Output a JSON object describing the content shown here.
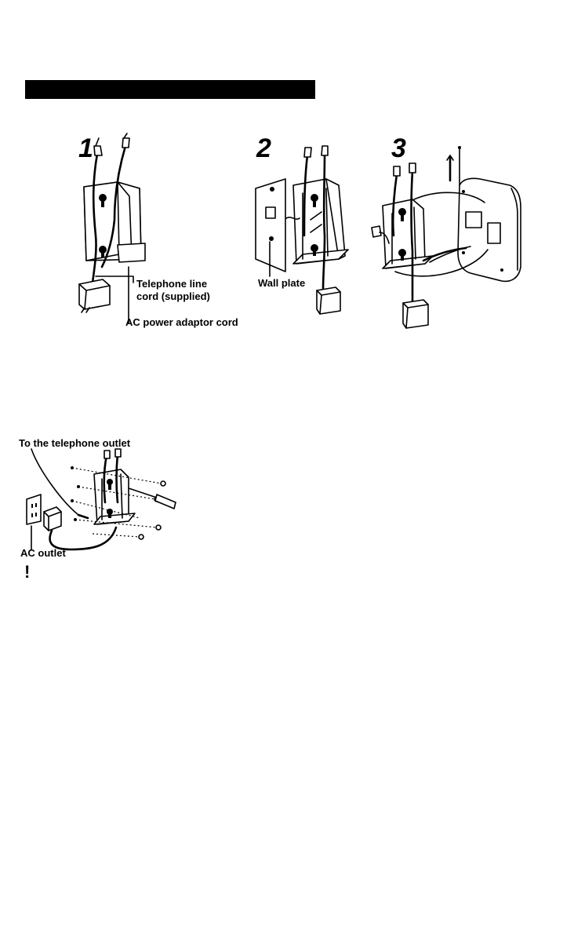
{
  "section_header": "",
  "figure1": {
    "step": "1",
    "label_line_cord_1": "Telephone line",
    "label_line_cord_2": "cord (supplied)",
    "label_ac_cord": "AC power adaptor cord"
  },
  "figure2": {
    "step": "2",
    "label_wall_plate": "Wall plate"
  },
  "figure3": {
    "step": "3"
  },
  "figure4": {
    "label_outlet": "To the telephone outlet",
    "label_ac_outlet": "AC outlet"
  },
  "caution_mark": "!"
}
